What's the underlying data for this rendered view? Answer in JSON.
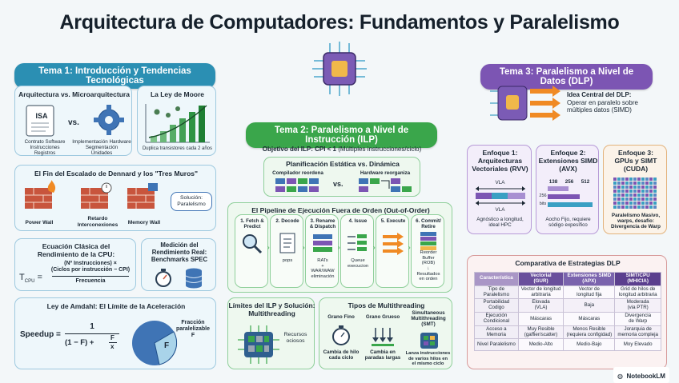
{
  "title": "Arquitectura de Computadores: Fundamentos y Paralelismo",
  "tema1": {
    "label": "Tema 1: Introducción y Tendencias Tecnológicas",
    "arq": {
      "heading": "Arquitectura vs. Microarquitectura",
      "isa": "ISA",
      "vs": "vs.",
      "left_caption": "Contrato Software\nInstrucciones\nRegistros",
      "right_caption": "Implementación Hardware\nSegmentación\nUnidades"
    },
    "moore": {
      "heading": "La Ley de Moore",
      "caption": "Duplica transistores cada 2 años"
    },
    "dennard": {
      "heading": "El Fin del Escalado de Dennard y los \"Tres Muros\"",
      "walls": [
        "Power Wall",
        "Retardo\nInterconexiones",
        "Memory Wall"
      ],
      "solution": "Solución:\nParalelismo"
    },
    "cpu_eq": {
      "heading": "Ecuación Clásica del\nRendimiento de la CPU:",
      "lhs": "T",
      "sub": "CPU",
      "num": "(Nº Instrucciones) ×\n(Ciclos por instrucción − CPI)",
      "den": "Frecuencia"
    },
    "spec": {
      "heading": "Medición del\nRendimiento Real:\nBenchmarks SPEC"
    },
    "amdahl": {
      "heading": "Ley de Amdahl: El Límite de la Aceleración",
      "lhs": "Speedup =",
      "num": "1",
      "den_a": "(1 − F) +",
      "den_f": "F",
      "den_x": "x",
      "pie_label": "F",
      "pie_caption": "Fracción\nparalelizable\nF"
    }
  },
  "tema2": {
    "label": "Tema 2: Paralelismo a Nivel de Instrucción (ILP)",
    "objective_bold": "Objetivo del ILP: CPI < 1",
    "objective_rest": " (Múltiples instrucciones/ciclo)",
    "planif": {
      "heading": "Planificación Estática vs. Dinámica",
      "left": "Compilador reordena",
      "vs": "vs.",
      "right": "Hardware reorganiza"
    },
    "pipeline": {
      "heading": "El Pipeline de Ejecución Fuera de Orden (Out-of-Order)",
      "stages": [
        "1. Fetch &\nPredict",
        "2. Decode",
        "3. Rename\n& Dispatch",
        "4. Issue",
        "5. Execute",
        "6. Commit/\nRetire"
      ],
      "notes": [
        "",
        "pops",
        "RATs\n+\nWAR/WAW\neliminación",
        "Queue\nexecucion",
        "",
        "Reorder\nBuffer\n(ROB)\n↓\nResultados\nen orden"
      ],
      "decode_icon": "文\npops"
    },
    "limits": {
      "heading": "Límites del ILP y Solución:\nMultithreading",
      "caption": "Recursos\nociosos"
    },
    "mt": {
      "heading": "Tipos de Multithreading",
      "types": [
        "Grano Fino",
        "Grano Grueso",
        "Simultaneous\nMultithreading\n(SMT)"
      ],
      "captions": [
        "Cambia de hilo\ncada ciclo",
        "Cambia en\nparadas largas",
        "Lanza instrucciones\nde varios hilos en\nel mismo ciclo"
      ]
    }
  },
  "tema3": {
    "label": "Tema 3: Paralelismo a Nivel de Datos (DLP)",
    "idea_bold": "Idea Central del DLP:",
    "idea_rest": "Operar en paralelo sobre\nmúltiples datos (SIMD)",
    "enfoques": [
      {
        "heading": "Enfoque 1:\nArquitecturas\nVectoriales (RVV)",
        "inner": "VLA",
        "inner2": "VLA",
        "caption": "Agnóstico a longitud,\nideal HPC"
      },
      {
        "heading": "Enfoque 2:\nExtensiones SIMD\n(AVX)",
        "widths": [
          "138",
          "256",
          "512"
        ],
        "bits_a": "256",
        "bits_b": "bits",
        "caption": "Aocho Fijo, requiere\nsódigo expesífico"
      },
      {
        "heading": "Enfoque 3:\nGPUs y SIMT\n(CUDA)",
        "caption": "Paralelismo Masivo,\nwarps, desafío:\nDivergencia de Warp"
      }
    ],
    "table": {
      "heading": "Comparativa de Estrategias DLP",
      "headers": [
        "Característica",
        "Vectorial\n(GUR)",
        "Extensiones SIMD\n(APX)",
        "SIMT/CPU\n(MHICIA)"
      ],
      "header_colors": [
        "#a996c6",
        "#6a4f9c",
        "#7a63ad",
        "#5b3f8e"
      ],
      "rows": [
        [
          "Tipo de\nParalelismo",
          "Vector de longitud\narbitraria",
          "Vector de\nlongitud fija",
          "Grid de hilos de\nlongitud arbitraria"
        ],
        [
          "Portabilidad\nCodigo",
          "Elovada\n(VLA)",
          "Baja",
          "Moderada\n(via PTR)"
        ],
        [
          "Ejecución\nCondicional",
          "Máscaras",
          "Máscaras",
          "Divergencia\nde Warp"
        ],
        [
          "Acceso a\nMemoria",
          "Muy Resible\n(gaffier/scatter)",
          "Menos Resible\n(requiera configidad)",
          "Jorarquia de\nmemoria compleja"
        ],
        [
          "Nivel Paralelismo",
          "Medio-Alto",
          "Medio-Bajo",
          "Moy Elevado"
        ]
      ]
    }
  },
  "logo": "NotebookLM",
  "colors": {
    "teal": "#2d8fb0",
    "green": "#3aa64b",
    "purple": "#7c55b3",
    "brick": "#c8553d"
  }
}
